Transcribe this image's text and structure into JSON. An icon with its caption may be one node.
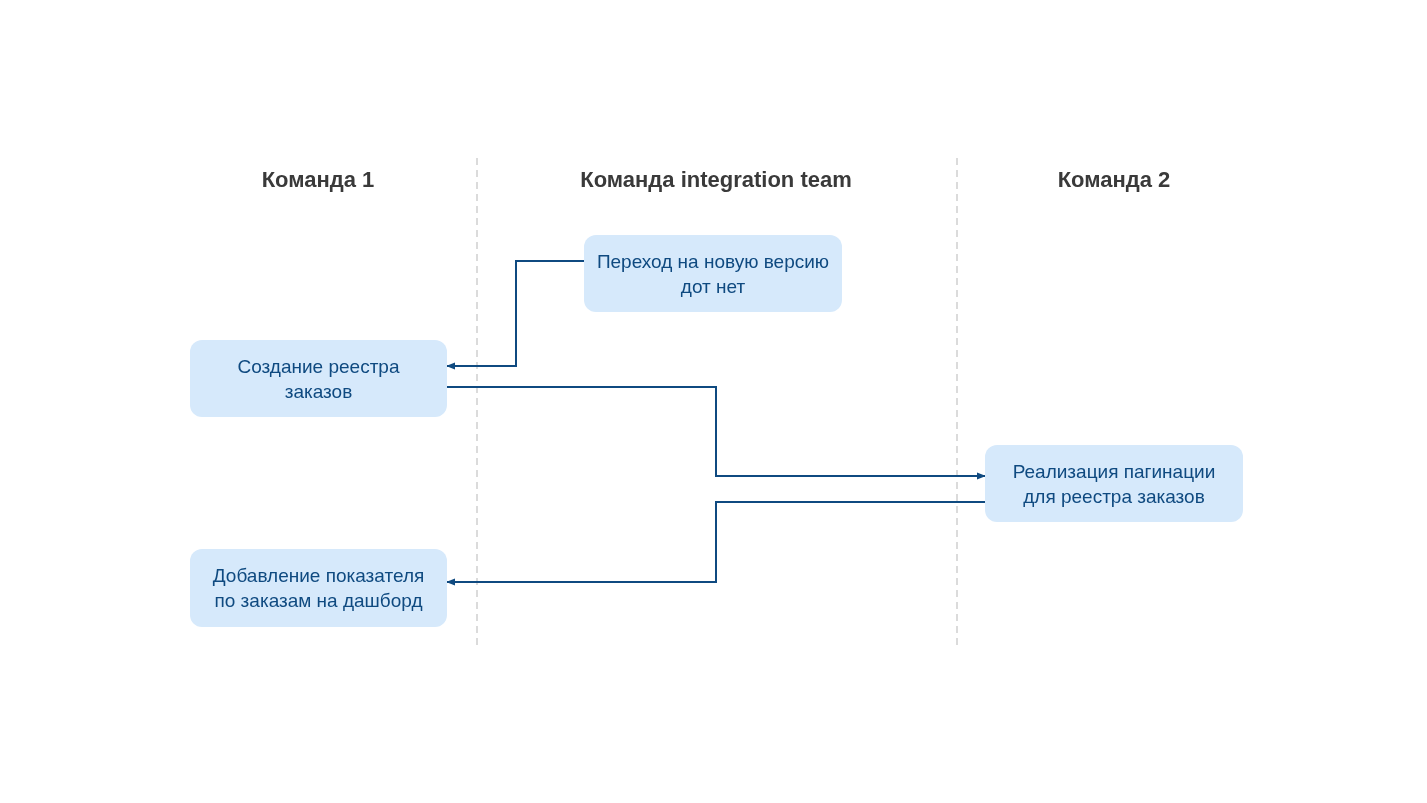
{
  "diagram": {
    "nodes": [
      {
        "text": [
          "Переход на новую версию дот нет"
        ]
      },
      {
        "text": [
          "Создание реестра заказов"
        ]
      },
      {
        "text": [
          "Реализация пагинации для реестра заказов"
        ]
      },
      {
        "text": [
          "Добавление показателя по заказам на дашборд"
        ]
      }
    ],
    "edges": [
      {
        "from": 0,
        "to": 1,
        "arrow": "to"
      },
      {
        "from": 1,
        "to": 2,
        "arrow": "to"
      },
      {
        "from": 2,
        "to": 3,
        "arrow": "to"
      }
    ],
    "labels": [
      "Команда 1",
      "Команда integration team",
      "Команда 2"
    ]
  }
}
